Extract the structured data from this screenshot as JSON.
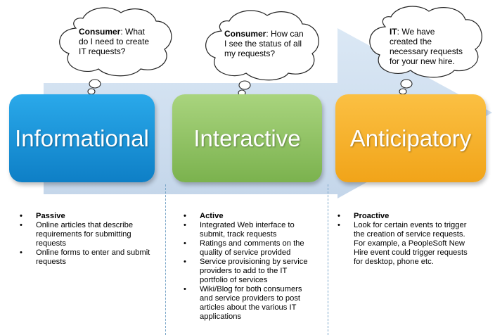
{
  "stages": [
    {
      "label": "Informational",
      "color": "#1b95dc"
    },
    {
      "label": "Interactive",
      "color": "#90c464"
    },
    {
      "label": "Anticipatory",
      "color": "#f6b12b"
    }
  ],
  "bubbles": [
    {
      "speaker": "Consumer",
      "text": ": What do I need to create IT requests?"
    },
    {
      "speaker": "Consumer",
      "text": ": How can I see the status of all my requests?"
    },
    {
      "speaker": "IT",
      "text": ": We have created the necessary requests for your new hire."
    }
  ],
  "columns": [
    {
      "heading": "Passive",
      "bullet": "•",
      "sub_bullet": "•",
      "items": [
        "Online articles that describe requirements for submitting requests",
        "Online forms to enter and submit requests"
      ]
    },
    {
      "heading": "Active",
      "bullet": "•",
      "sub_bullet": "•",
      "items": [
        "Integrated Web interface to submit, track requests",
        "Ratings and comments on the quality of service provided",
        "Service provisioning by service providers to add to the IT portfolio of services",
        "Wiki/Blog for both consumers and service providers to post articles about the various IT applications"
      ]
    },
    {
      "heading": "Proactive",
      "bullet": "•",
      "sub_bullet": "•",
      "items": [
        "Look for certain events to trigger the creation of service requests. For example, a PeopleSoft New Hire event could trigger requests for desktop, phone etc."
      ]
    }
  ]
}
